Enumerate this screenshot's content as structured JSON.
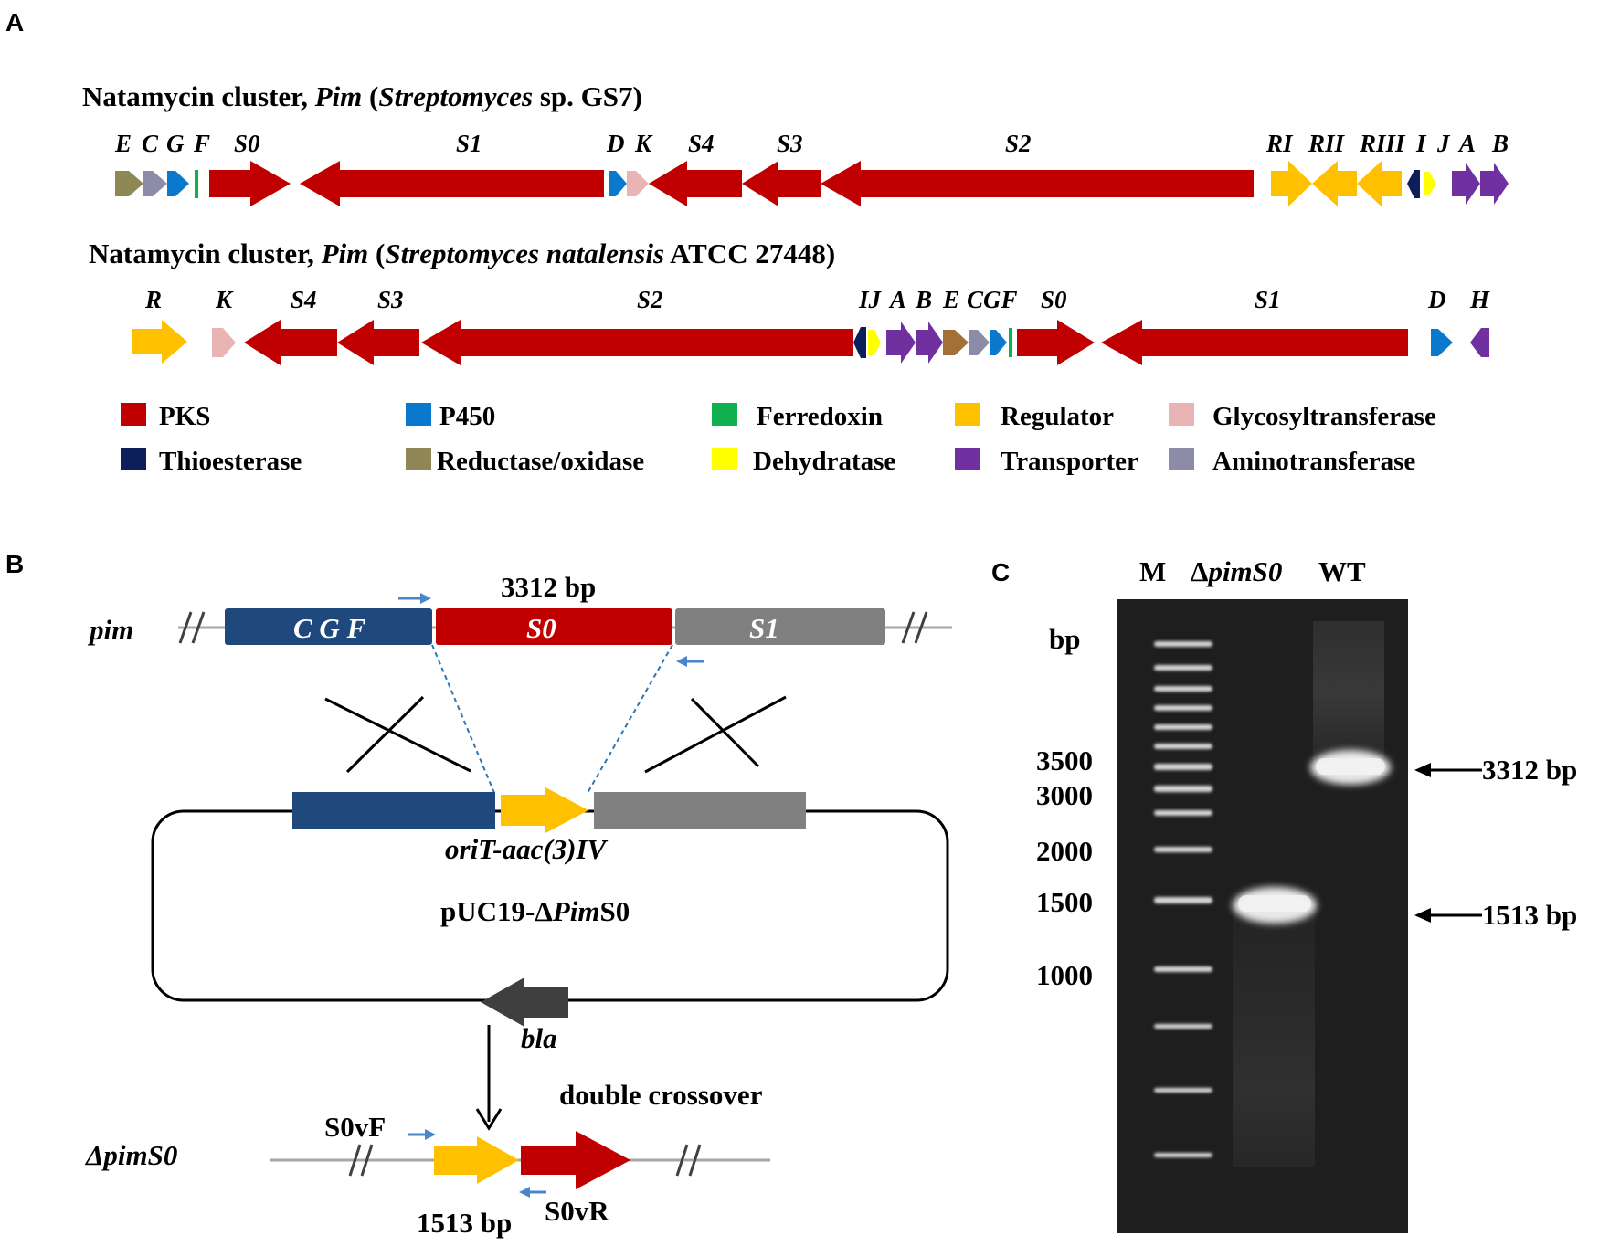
{
  "panels": {
    "a": "A",
    "b": "B",
    "c": "C"
  },
  "colors": {
    "pks": "#c00000",
    "p450": "#0a78cc",
    "ferredoxin": "#10b050",
    "regulator": "#ffc000",
    "glyco": "#e8b4b4",
    "thioesterase": "#0c1f5a",
    "reductase": "#8f8756",
    "dehydratase": "#ffff00",
    "transporter": "#7030a0",
    "aminotransferase": "#8c8ca8",
    "fe_brown": "#a4703a",
    "cgf_box": "#1f497d",
    "s1_box": "#808080",
    "bla": "#3f3f3f",
    "primer": "#4a86c8",
    "gel_bg": "#1e1e1e"
  },
  "panelA": {
    "cluster1": {
      "title_pre": "Natamycin cluster, ",
      "title_gene": "Pim",
      "title_mid": " (",
      "title_species": "Streptomyces",
      "title_post": " sp. GS7)",
      "labels": {
        "E": "E",
        "C": "C",
        "G": "G",
        "F": "F",
        "S0": "S0",
        "S1": "S1",
        "D": "D",
        "K": "K",
        "S4": "S4",
        "S3": "S3",
        "S2": "S2",
        "RI": "RI",
        "RII": "RII",
        "RIII": "RIII",
        "I": "I",
        "J": "J",
        "A": "A",
        "B": "B"
      }
    },
    "cluster2": {
      "title_pre": "Natamycin cluster, ",
      "title_gene": "Pim",
      "title_mid": " (",
      "title_species": "Streptomyces natalensis",
      "title_post": " ATCC 27448)",
      "labels": {
        "R": "R",
        "K": "K",
        "S4": "S4",
        "S3": "S3",
        "S2": "S2",
        "IJ": "IJ",
        "A": "A",
        "B": "B",
        "E": "E",
        "CGF": "CGF",
        "S0": "S0",
        "S1": "S1",
        "D": "D",
        "H": "H"
      }
    },
    "legend": {
      "pks": "PKS",
      "p450": "P450",
      "ferredoxin": "Ferredoxin",
      "regulator": "Regulator",
      "glyco": "Glycosyltransferase",
      "thioesterase": "Thioesterase",
      "reductase": "Reductase/oxidase",
      "dehydratase": "Dehydratase",
      "transporter": "Transporter",
      "aminotransferase": "Aminotransferase"
    }
  },
  "panelB": {
    "pim": "pim",
    "size_top": "3312 bp",
    "cgf": "C G F",
    "s0": "S0",
    "s1": "S1",
    "orit": "oriT-aac(3)IV",
    "plasmid_pre": "pUC19-Δ",
    "plasmid_it": "Pim",
    "plasmid_post": "S0",
    "bla": "bla",
    "double": "double crossover",
    "mutant": "ΔpimS0",
    "s0vf": "S0vF",
    "s0vr": "S0vR",
    "size_bottom": "1513 bp"
  },
  "panelC": {
    "lane_m": "M",
    "lane_mut_delta": "Δ",
    "lane_mut_it": "pimS0",
    "lane_wt": "WT",
    "bp": "bp",
    "ladder": [
      "3500",
      "3000",
      "2000",
      "1500",
      "1000"
    ],
    "band_wt": "3312 bp",
    "band_mut": "1513 bp"
  }
}
